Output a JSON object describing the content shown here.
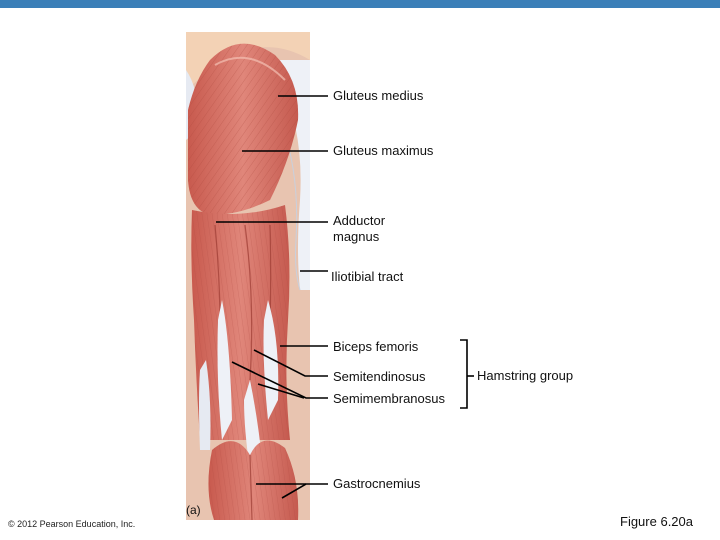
{
  "theme": {
    "top_bar_color": "#3b7fb8",
    "muscle_color": "#d9756a",
    "muscle_dark": "#b4493f",
    "tendon_color": "#e9edf4",
    "skin_color": "#f3d2b5",
    "leader_line_color": "#000000"
  },
  "labels": {
    "gluteus_medius": "Gluteus medius",
    "gluteus_maximus": "Gluteus maximus",
    "adductor_magnus": "Adductor\nmagnus",
    "iliotibial_tract": "Iliotibial tract",
    "biceps_femoris": "Biceps femoris",
    "semitendinosus": "Semitendinosus",
    "semimembranosus": "Semimembranosus",
    "gastrocnemius": "Gastrocnemius",
    "hamstring_group": "Hamstring group"
  },
  "panel_label": "(a)",
  "copyright": "© 2012 Pearson Education, Inc.",
  "figure_number": "Figure 6.20a"
}
